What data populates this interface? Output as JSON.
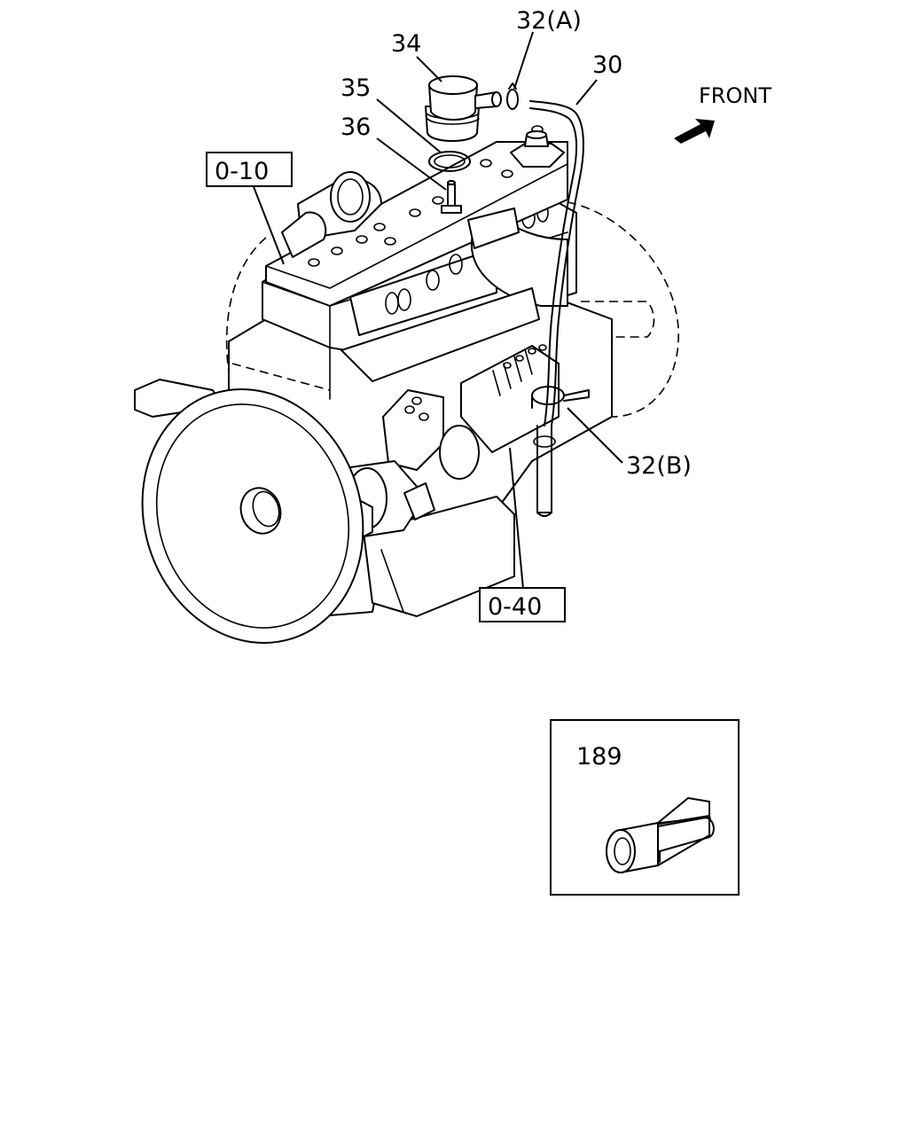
{
  "labels": {
    "p34": "34",
    "p32a": "32(A)",
    "p30": "30",
    "p35": "35",
    "p36": "36",
    "p32b": "32(B)",
    "p189": "189",
    "ref_010": "0-10",
    "ref_040": "0-40",
    "front": "FRONT"
  },
  "icons": {
    "front_arrow": "front-direction-arrow-icon"
  }
}
